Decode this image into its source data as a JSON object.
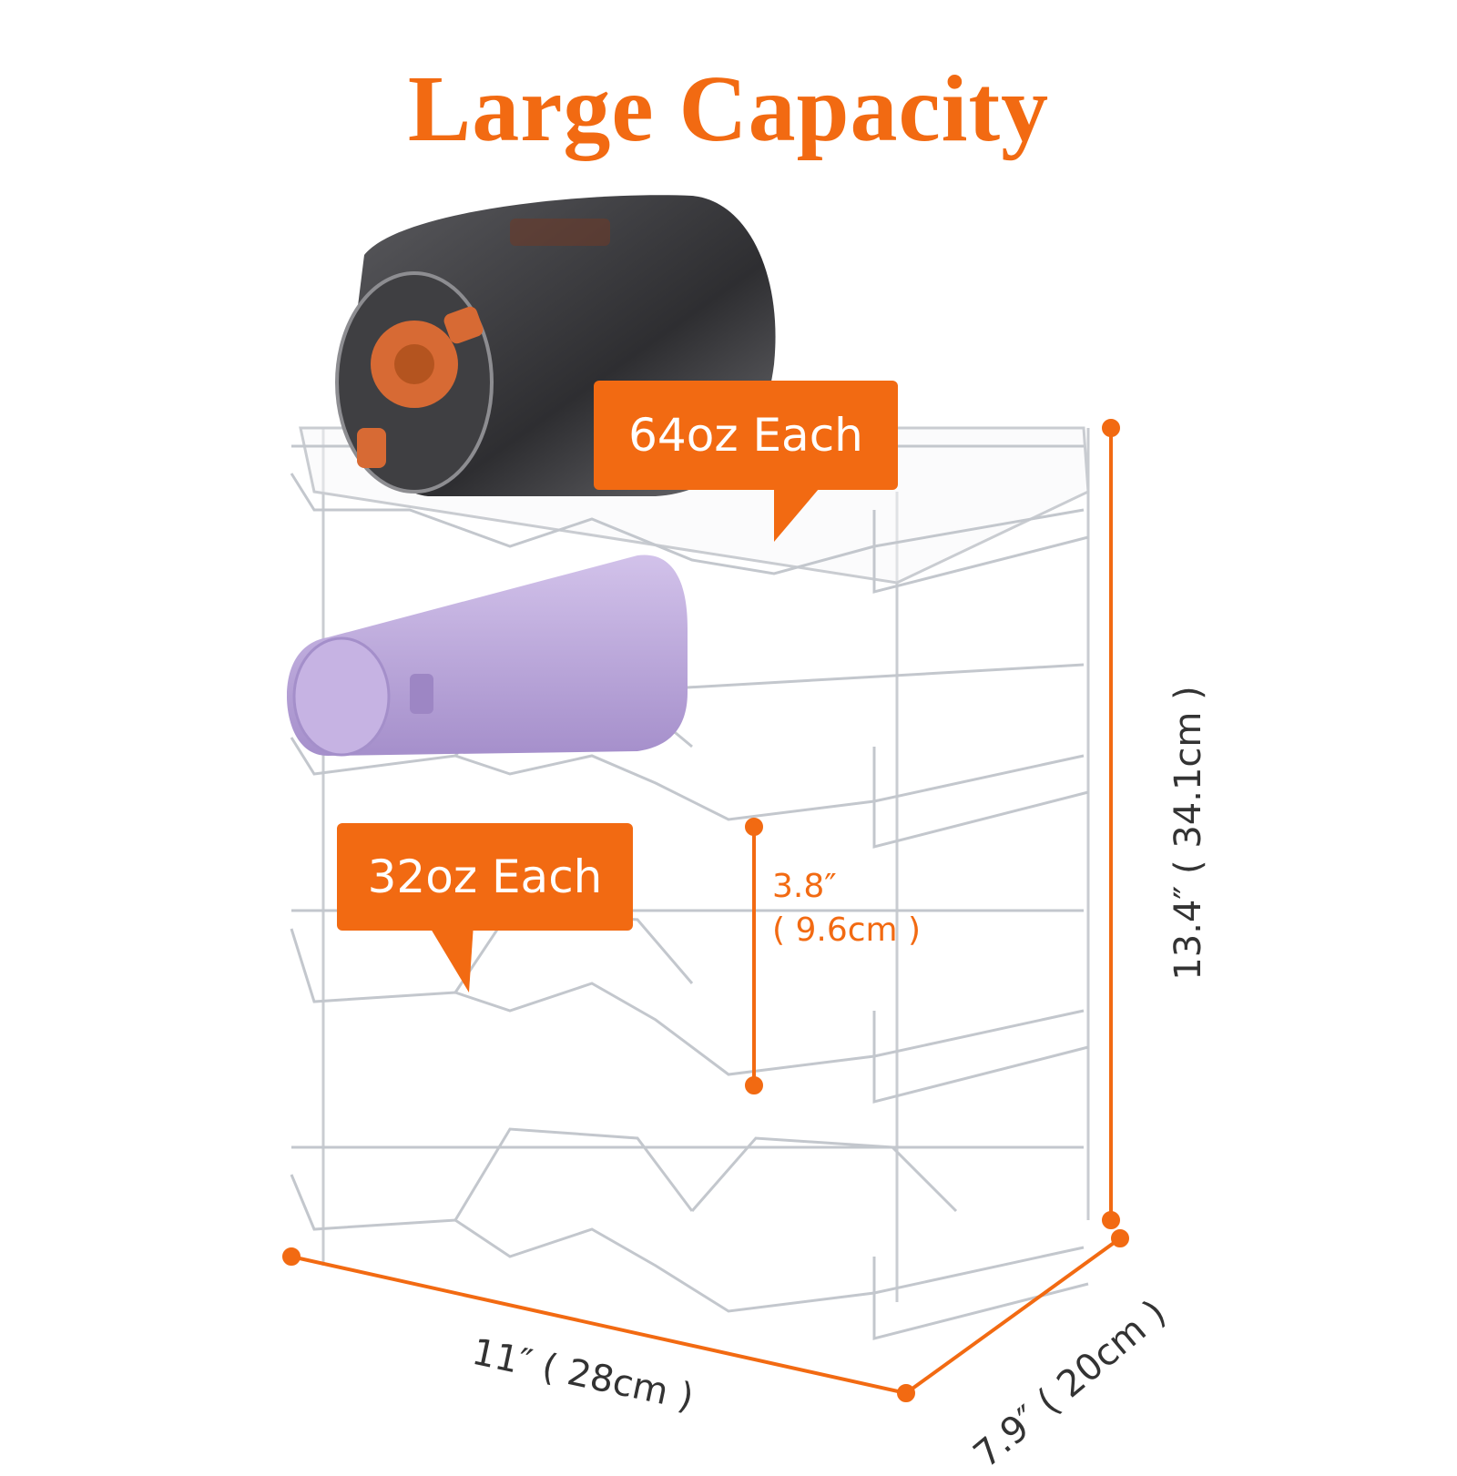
{
  "title": "Large Capacity",
  "callouts": {
    "top": "64oz Each",
    "middle": "32oz Each"
  },
  "dimensions": {
    "height": "13.4″ ( 34.1cm )",
    "width": "11″ ( 28cm )",
    "depth": "7.9″ ( 20cm )",
    "shelf_gap_in": "3.8″",
    "shelf_gap_cm": "( 9.6cm )"
  },
  "colors": {
    "accent": "#f26a12",
    "dimension_text": "#333333",
    "rack_outline": "#c9ccd1",
    "bottle_dark": "#3a3a3c",
    "bottle_lid": "#d76a34",
    "bottle_purple": "#b9a4d6"
  }
}
